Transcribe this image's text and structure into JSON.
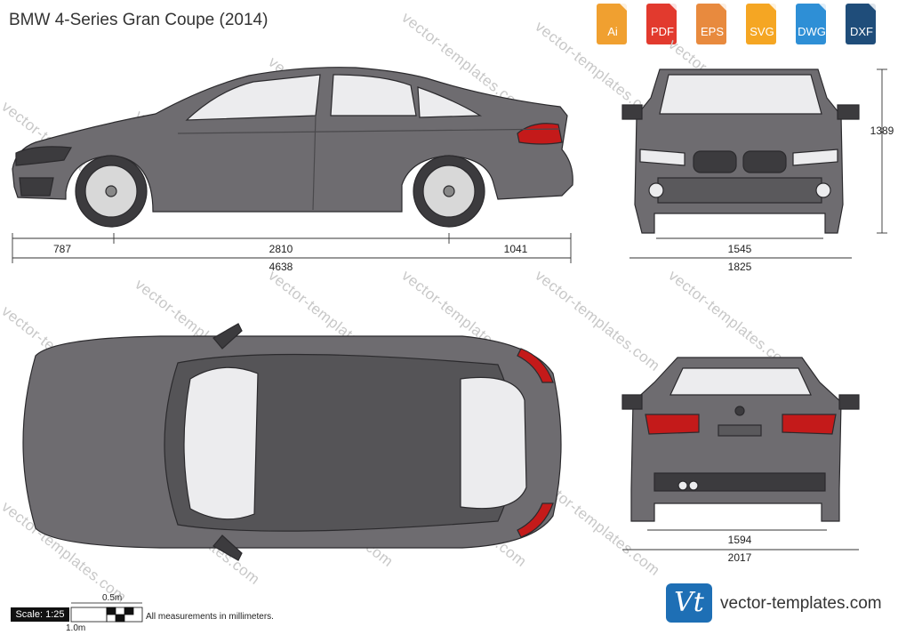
{
  "title": "BMW 4-Series Gran Coupe (2014)",
  "formats": [
    {
      "label": "Ai",
      "color": "#f0a030",
      "icon": "ai-file-icon"
    },
    {
      "label": "PDF",
      "color": "#e23a2e",
      "icon": "pdf-file-icon"
    },
    {
      "label": "EPS",
      "color": "#e88a3e",
      "icon": "eps-file-icon"
    },
    {
      "label": "SVG",
      "color": "#f5a623",
      "icon": "svg-file-icon"
    },
    {
      "label": "DWG",
      "color": "#2e8fd6",
      "icon": "dwg-file-icon"
    },
    {
      "label": "DXF",
      "color": "#1f4d7a",
      "icon": "dxf-file-icon"
    }
  ],
  "watermark": "vector-templates.com",
  "dimensions": {
    "front_overhang": "787",
    "wheelbase": "2810",
    "rear_overhang": "1041",
    "length": "4638",
    "height": "1389",
    "front_track": "1545",
    "width": "1825",
    "rear_track": "1594",
    "width_mirrors": "2017"
  },
  "scale": {
    "label": "Scale: 1:25",
    "half_meter": "0.5m",
    "one_meter": "1.0m"
  },
  "note": "All measurements in millimeters.",
  "brand": {
    "logo": "Vt",
    "site": "vector-templates.com"
  },
  "colors": {
    "body": "#6e6c70",
    "dark": "#3c3b3e",
    "glass": "#ececee",
    "tail": "#c41a1a"
  }
}
